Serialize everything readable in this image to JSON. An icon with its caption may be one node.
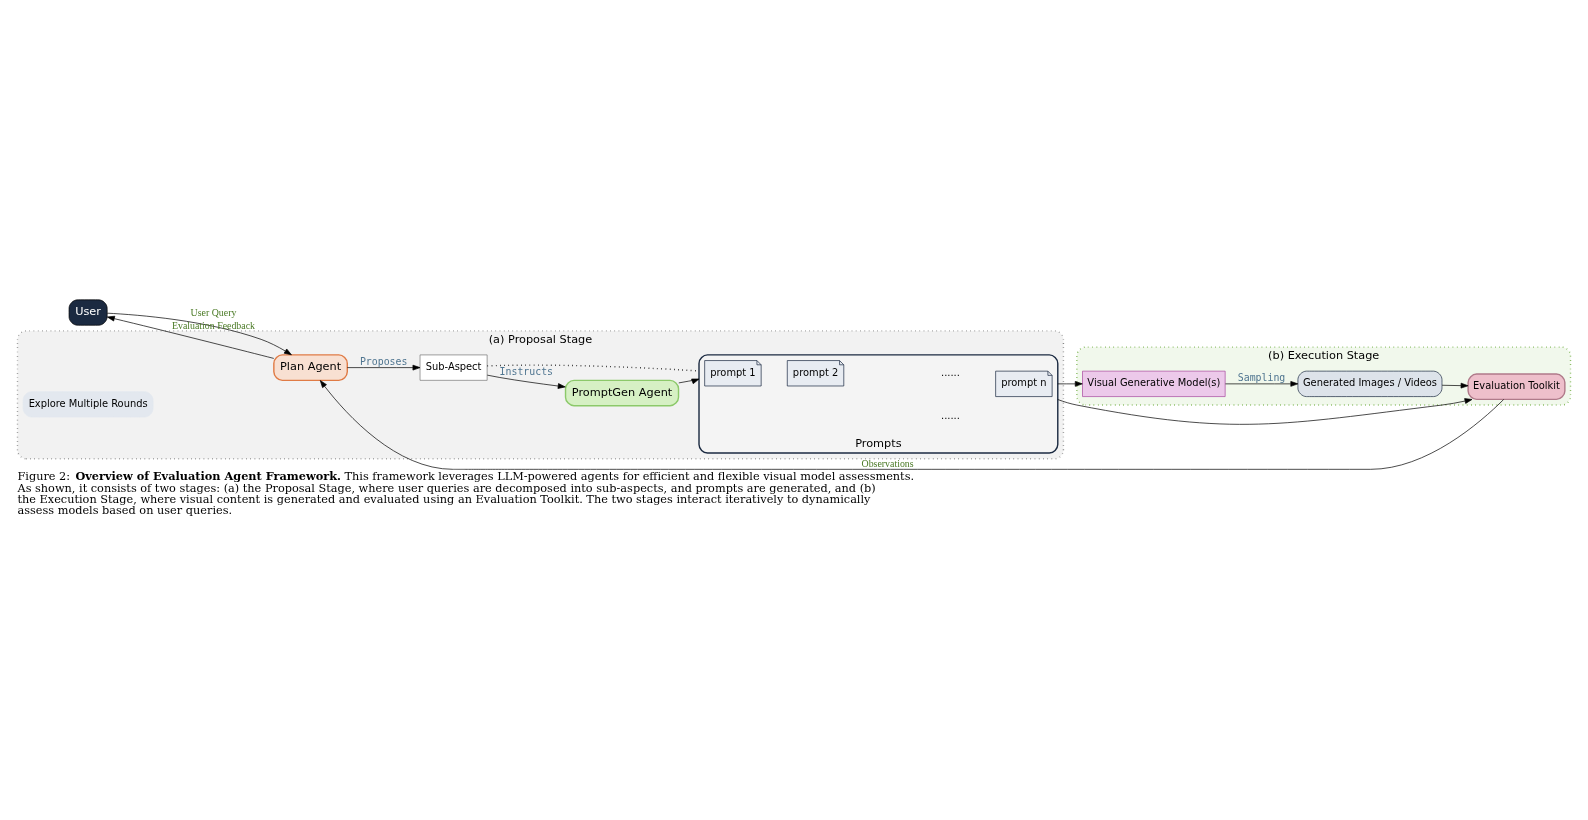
{
  "diagram": {
    "caption": "Figure 2: **Overview of Evaluation Agent Framework.** This framework leverages LLM-powered agents for efficient and flexible visual model assessments. As shown, it consists of two stages: (a) the Proposal Stage, where user queries are decomposed into sub-aspects, and prompts are generated, and (b) the Execution Stage, where visual content is generated and evaluated using an Evaluation Toolkit. The two stages interact iteratively to dynamically assess models based on user queries.",
    "nodes": [
      {
        "text": [
          "User"
        ]
      },
      {
        "text": [
          "(a) Proposal Stage"
        ]
      },
      {
        "text": [
          "Explore Multiple Rounds"
        ],
        "in": 1
      },
      {
        "text": [
          "Plan Agent"
        ],
        "in": 1
      },
      {
        "text": [
          "Sub-Aspect"
        ],
        "in": 1
      },
      {
        "text": [
          "PromptGen Agent"
        ],
        "in": 1
      },
      {
        "text": [
          "Prompts"
        ],
        "in": 1
      },
      {
        "text": [
          "prompt 1"
        ],
        "in": 6
      },
      {
        "text": [
          "prompt 2"
        ],
        "in": 6
      },
      {
        "text": [
          "prompt n"
        ],
        "in": 6
      },
      {
        "text": [
          "(b) Execution Stage"
        ]
      },
      {
        "text": [
          "Visual Generative Model(s)"
        ],
        "in": 10
      },
      {
        "text": [
          "Generated Images / Videos"
        ],
        "in": 10
      },
      {
        "text": [
          "Evaluation Toolkit"
        ],
        "in": 10
      }
    ],
    "edges": [
      {
        "from": 0,
        "to": 3,
        "arrow": "to",
        "label": "User Query"
      },
      {
        "from": 3,
        "to": 0,
        "arrow": "to",
        "label": "Evaluation Feedback"
      },
      {
        "from": 3,
        "to": 4,
        "arrow": "to",
        "label": "Proposes"
      },
      {
        "from": 4,
        "to": 5,
        "arrow": "to",
        "label": "Instructs"
      },
      {
        "from": 4,
        "to": 6,
        "arrow": "none",
        "style": "dashed"
      },
      {
        "from": 5,
        "to": 6,
        "arrow": "to"
      },
      {
        "from": 6,
        "to": 11,
        "arrow": "to"
      },
      {
        "from": 6,
        "to": 13,
        "arrow": "to"
      },
      {
        "from": 11,
        "to": 12,
        "arrow": "to",
        "label": "Sampling"
      },
      {
        "from": 12,
        "to": 13,
        "arrow": "to"
      },
      {
        "from": 13,
        "to": 3,
        "arrow": "to",
        "label": "Observations"
      }
    ],
    "labels": [
      "......",
      "......"
    ]
  }
}
